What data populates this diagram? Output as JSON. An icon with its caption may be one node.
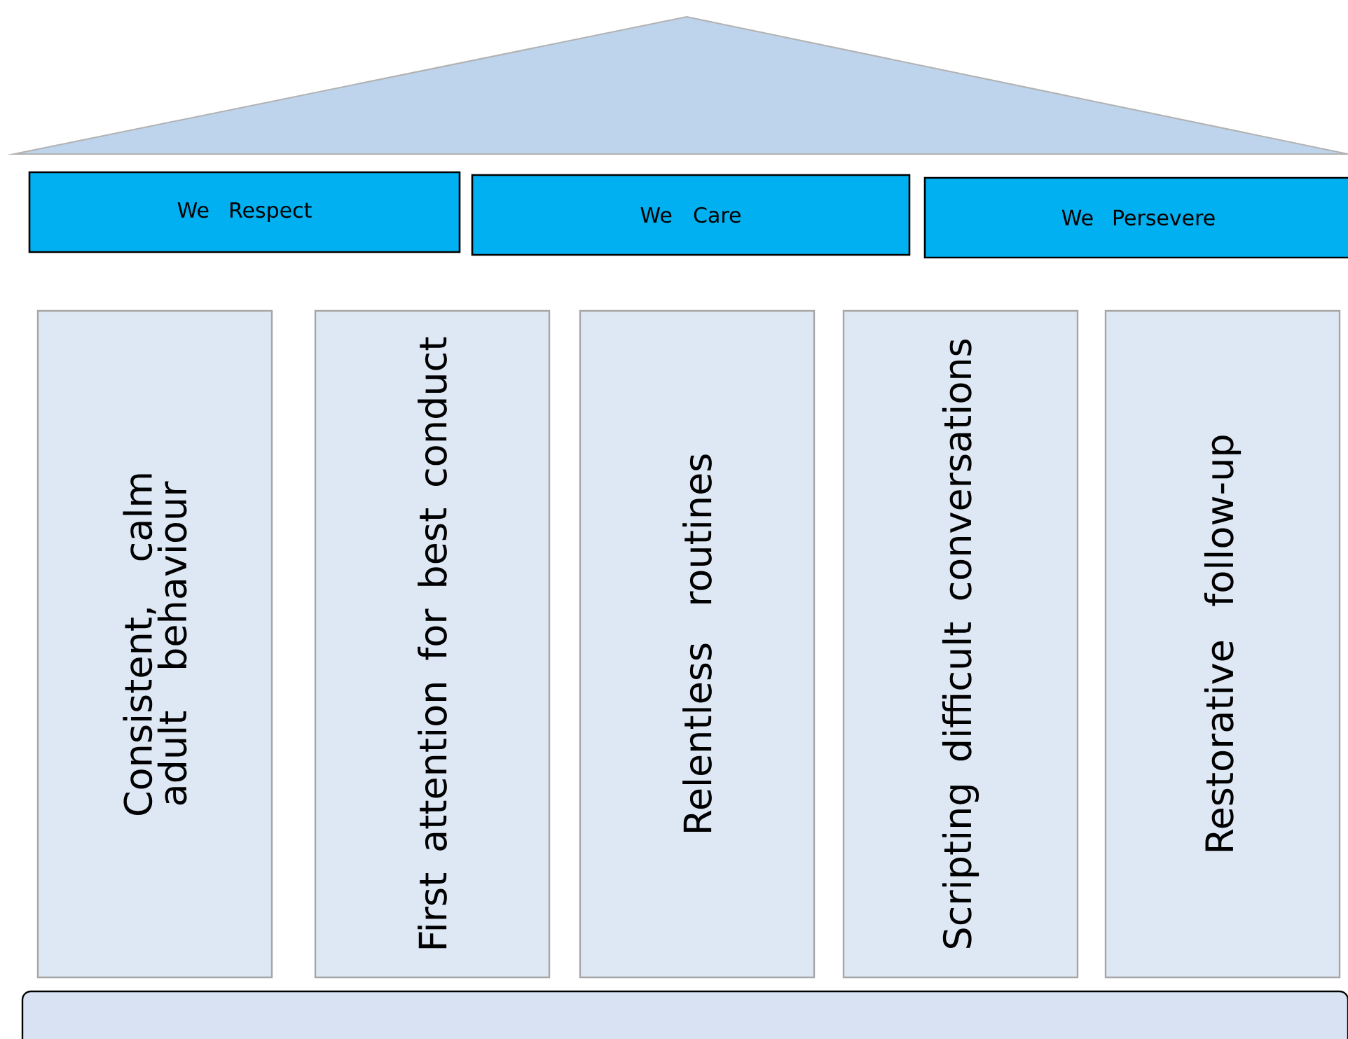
{
  "diagram": {
    "nodes": [
      {
        "text": [
          "We Respect"
        ]
      },
      {
        "text": [
          "We Care"
        ]
      },
      {
        "text": [
          "We Persevere"
        ]
      },
      {
        "text": [
          "Consistent, calm adult behaviour"
        ]
      },
      {
        "text": [
          "First attention for best conduct"
        ]
      },
      {
        "text": [
          "Relentless routines"
        ]
      },
      {
        "text": [
          "Scripting difficult conversations"
        ]
      },
      {
        "text": [
          "Restorative follow-up"
        ]
      }
    ]
  }
}
